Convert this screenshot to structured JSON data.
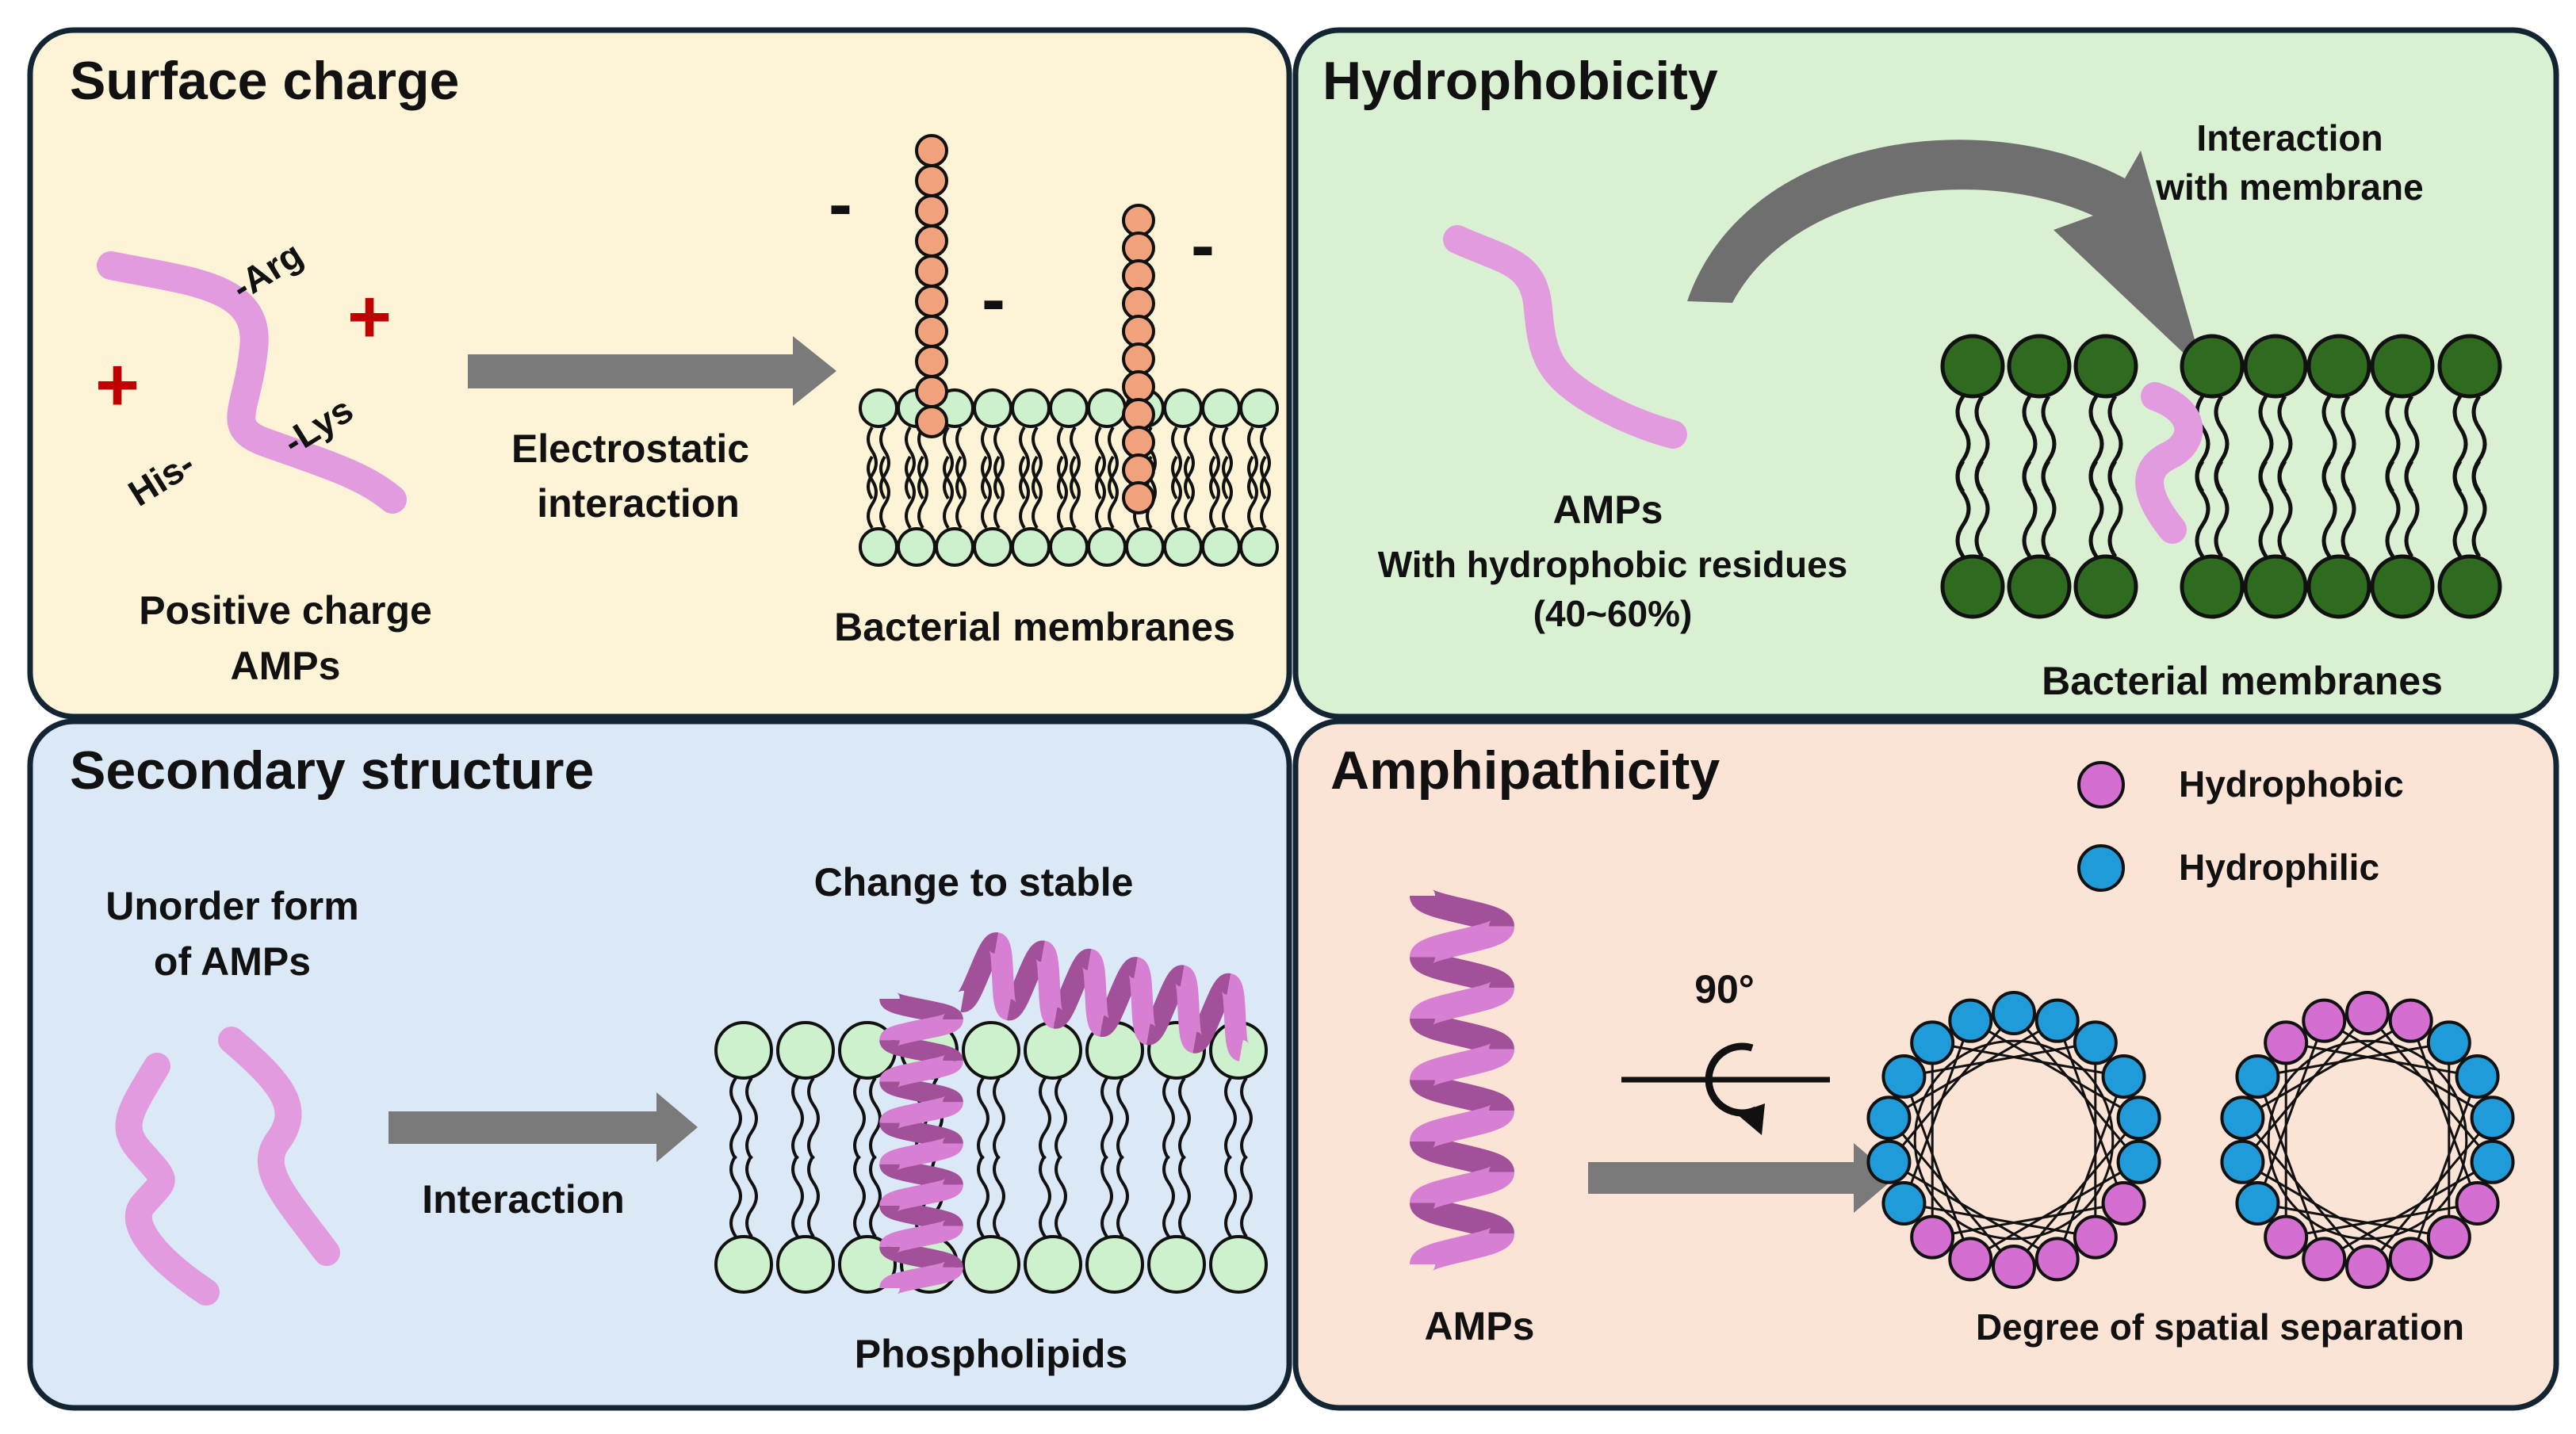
{
  "colors": {
    "panel_surface": "#fdf3d6",
    "panel_hydrophobic": "#daf0d3",
    "panel_secondary": "#dbe8f6",
    "panel_amphipathic": "#fbe3d5",
    "border": "#132433",
    "amp_pink": "#e39be0",
    "helix_dark": "#a2509a",
    "helix_light": "#d77fd2",
    "head_light_green": "#cdf0cd",
    "head_dark_green": "#2e6b1f",
    "lps_orange": "#f0a27c",
    "arrow_gray": "#7a7a7a",
    "hydrophobic_dot": "#d46fd1",
    "hydrophilic_dot": "#1e9bd8",
    "plus_red": "#c00000"
  },
  "surface_charge": {
    "title": "Surface charge",
    "residue_arg": "Arg",
    "residue_lys": "Lys",
    "residue_his": "His",
    "plus_sign": "+",
    "minus_sign": "-",
    "arrow_label_line1": "Electrostatic",
    "arrow_label_line2": "interaction",
    "amp_label_line1": "Positive charge",
    "amp_label_line2": "AMPs",
    "membrane_label": "Bacterial membranes"
  },
  "hydrophobicity": {
    "title": "Hydrophobicity",
    "arrow_label_line1": "Interaction",
    "arrow_label_line2": "with membrane",
    "amp_label_line1": "AMPs",
    "amp_label_line2": "With hydrophobic residues",
    "amp_label_line3": "(40~60%)",
    "membrane_label": "Bacterial membranes"
  },
  "secondary_structure": {
    "title": "Secondary structure",
    "amp_label_line1": "Unorder form",
    "amp_label_line2": "of AMPs",
    "arrow_label": "Interaction",
    "stable_label": "Change to stable",
    "membrane_label": "Phospholipids"
  },
  "amphipathicity": {
    "title": "Amphipathicity",
    "legend_hydrophobic": "Hydrophobic",
    "legend_hydrophilic": "Hydrophilic",
    "rotation_label": "90°",
    "amp_label": "AMPs",
    "wheel_label": "Degree of spatial separation"
  }
}
